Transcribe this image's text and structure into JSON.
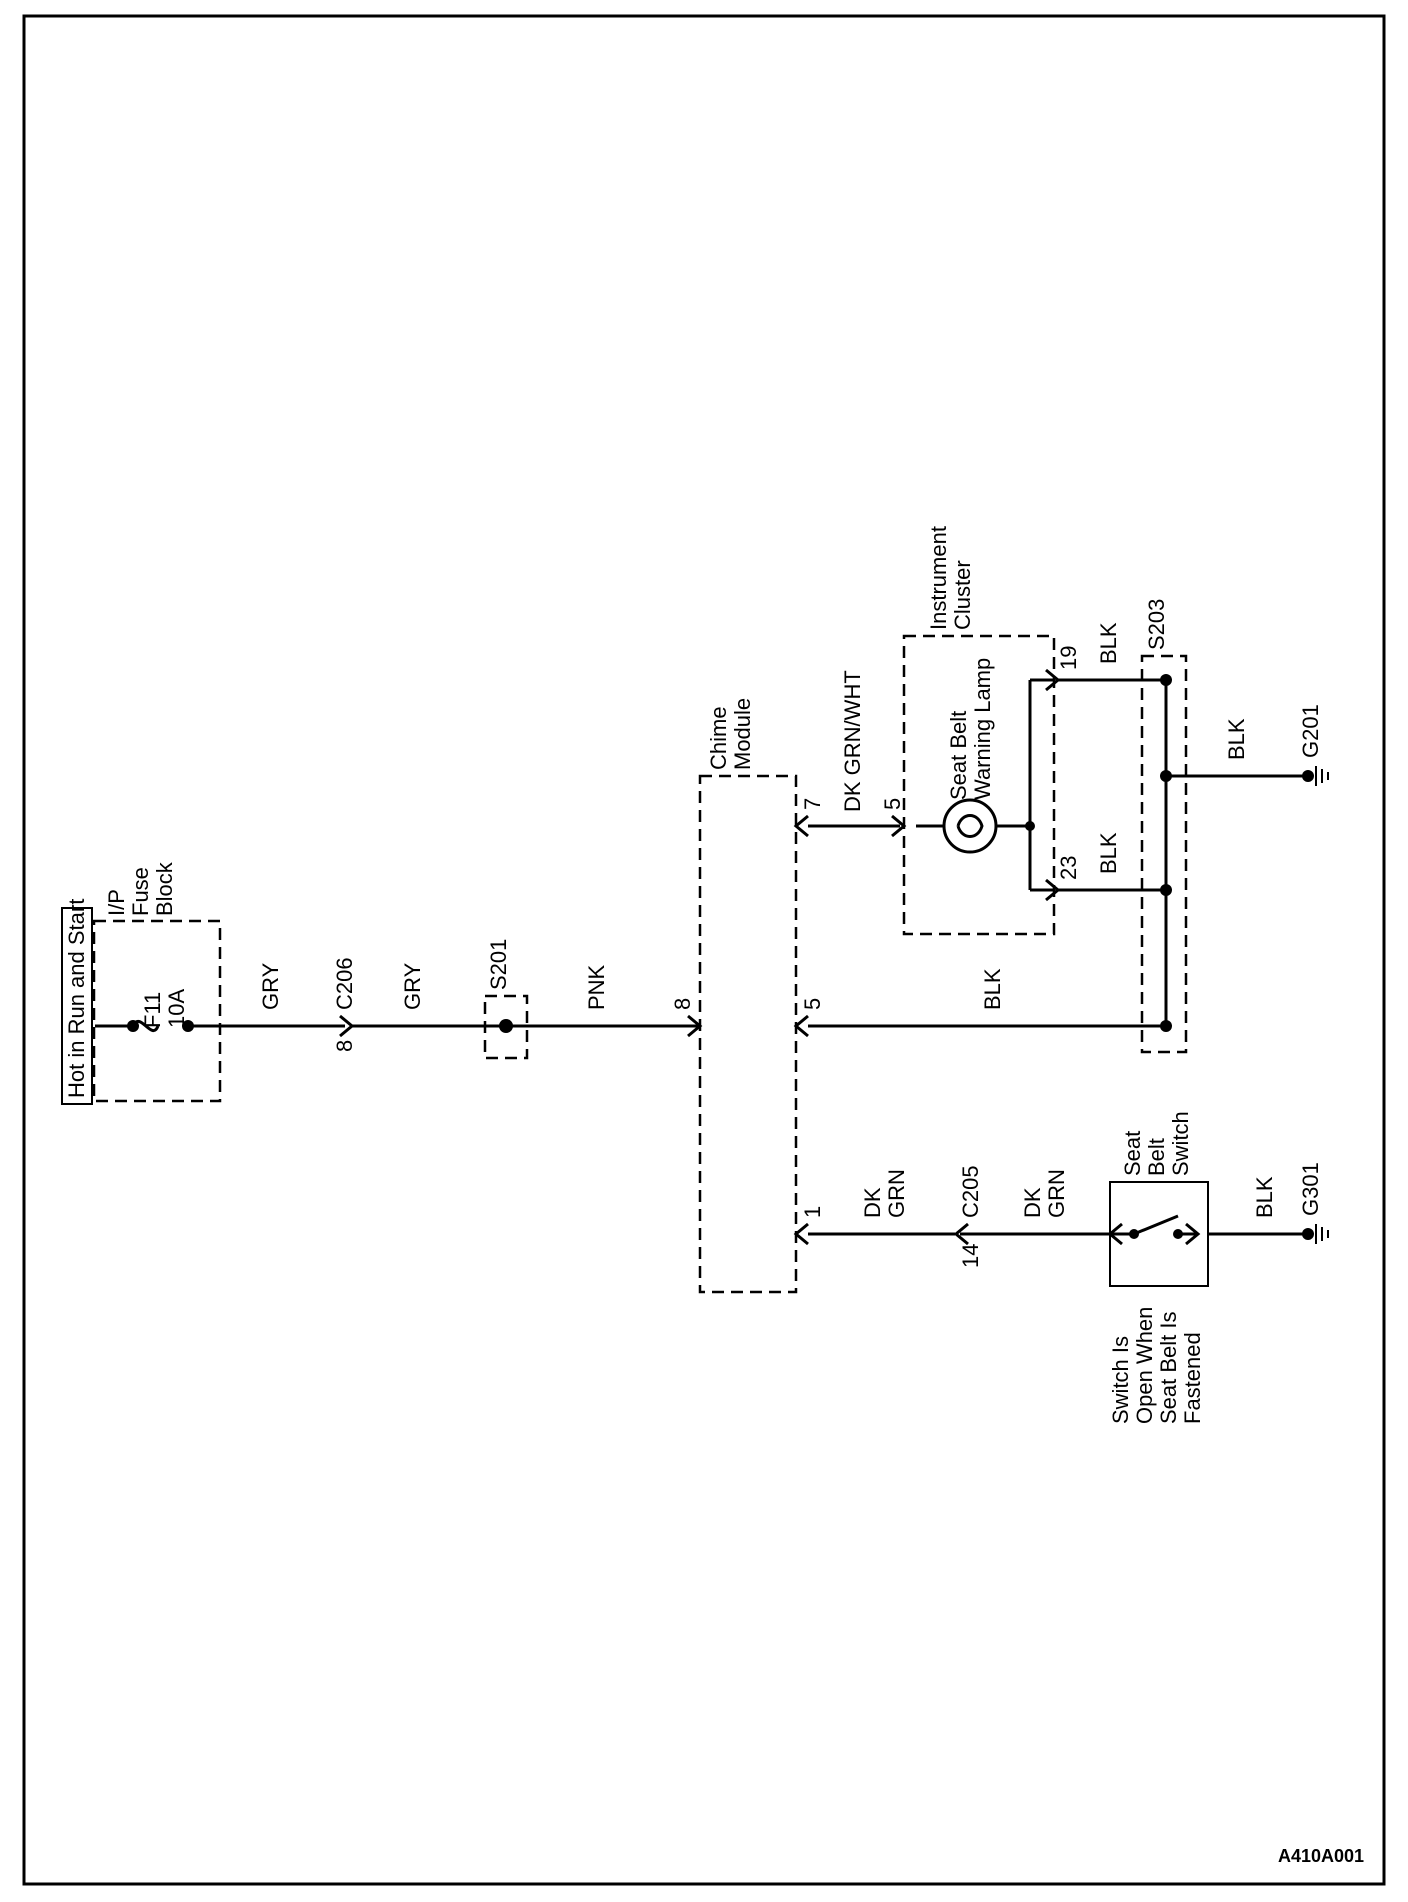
{
  "diagram": {
    "power_label": "Hot in Run and Start",
    "fuse_block": {
      "name": [
        "I/P",
        "Fuse",
        "Block"
      ],
      "fuse_id": "F11",
      "fuse_rating": "10A"
    },
    "wires": {
      "gry_1": "GRY",
      "gry_2": "GRY",
      "pnk": "PNK",
      "dk_grn_wht": "DK GRN/WHT",
      "blk_chime_5": "BLK",
      "blk_19": "BLK",
      "blk_23": "BLK",
      "blk_g201": "BLK",
      "dk_grn_a": [
        "DK",
        "GRN"
      ],
      "dk_grn_b": [
        "DK",
        "GRN"
      ],
      "blk_g301": "BLK"
    },
    "connectors": {
      "c206": "C206",
      "c206_pin": "8",
      "c205": "C205",
      "c205_pin": "14",
      "chime_pin_8": "8",
      "chime_pin_5": "5",
      "chime_pin_7": "7",
      "chime_pin_1": "1",
      "cluster_pin_5": "5",
      "cluster_pin_19": "19",
      "cluster_pin_23": "23"
    },
    "splices": {
      "s201": "S201",
      "s203": "S203"
    },
    "grounds": {
      "g201": "G201",
      "g301": "G301"
    },
    "chime_module": [
      "Chime",
      "Module"
    ],
    "instrument_cluster": [
      "Instrument",
      "Cluster"
    ],
    "warning_lamp": [
      "Seat Belt",
      "Warning Lamp"
    ],
    "seat_belt_switch": [
      "Seat",
      "Belt",
      "Switch"
    ],
    "switch_note": [
      "Switch Is",
      "Open When",
      "Seat Belt Is",
      "Fastened"
    ],
    "figure_id": "A410A001"
  }
}
